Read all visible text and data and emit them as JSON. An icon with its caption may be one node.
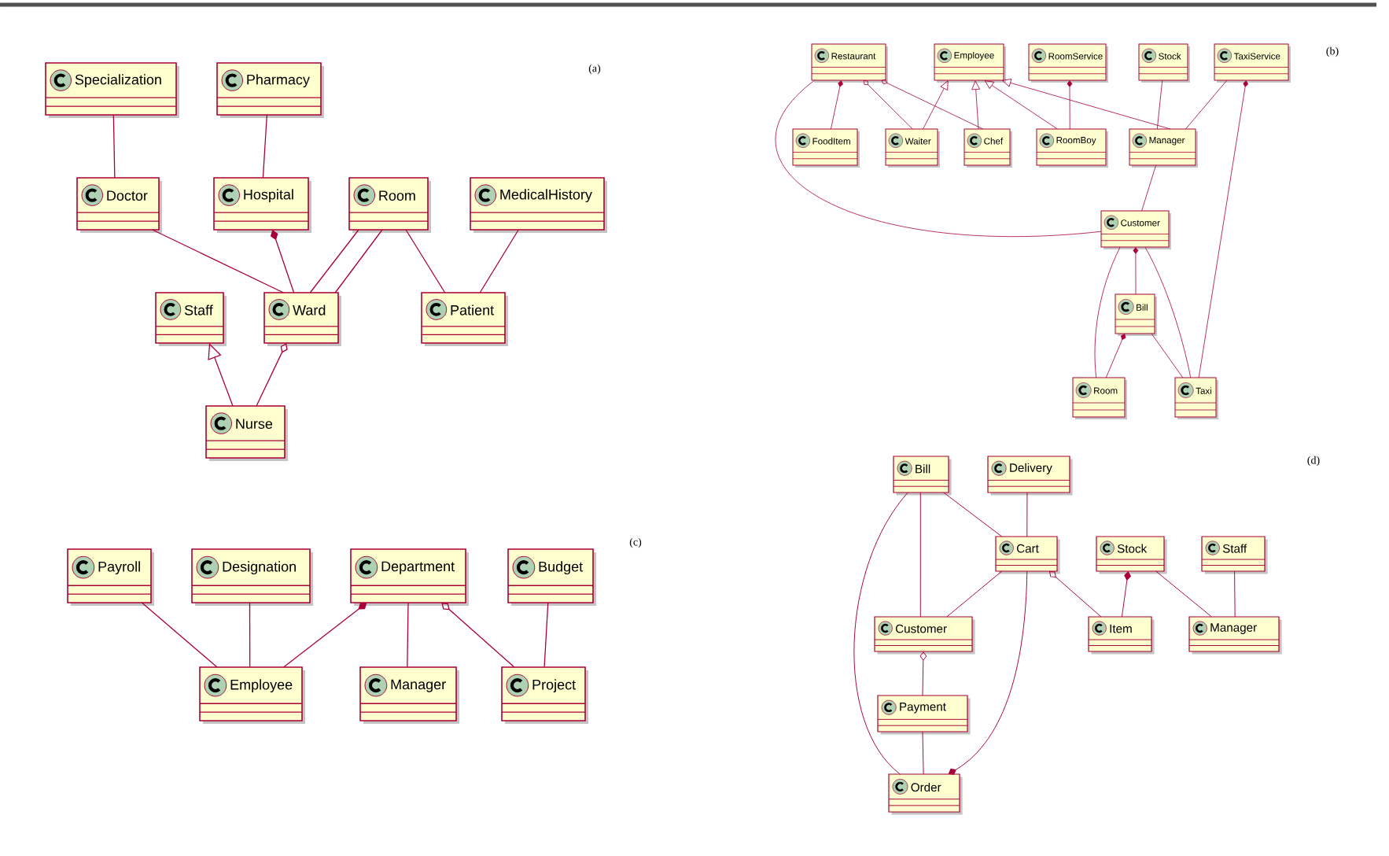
{
  "diagram": {
    "nodes": [
      {
        "text": [
          "Specialization"
        ]
      },
      {
        "text": [
          "Pharmacy"
        ]
      },
      {
        "text": [
          "Doctor"
        ]
      },
      {
        "text": [
          "Hospital"
        ]
      },
      {
        "text": [
          "Room"
        ]
      },
      {
        "text": [
          "MedicalHistory"
        ]
      },
      {
        "text": [
          "Staff"
        ]
      },
      {
        "text": [
          "Ward"
        ]
      },
      {
        "text": [
          "Patient"
        ]
      },
      {
        "text": [
          "Nurse"
        ]
      },
      {
        "text": [
          "Restaurant"
        ]
      },
      {
        "text": [
          "Employee"
        ]
      },
      {
        "text": [
          "RoomService"
        ]
      },
      {
        "text": [
          "Stock"
        ]
      },
      {
        "text": [
          "TaxiService"
        ]
      },
      {
        "text": [
          "FoodItem"
        ]
      },
      {
        "text": [
          "Waiter"
        ]
      },
      {
        "text": [
          "Chef"
        ]
      },
      {
        "text": [
          "RoomBoy"
        ]
      },
      {
        "text": [
          "Manager"
        ]
      },
      {
        "text": [
          "Customer"
        ]
      },
      {
        "text": [
          "Bill"
        ]
      },
      {
        "text": [
          "Room"
        ]
      },
      {
        "text": [
          "Taxi"
        ]
      },
      {
        "text": [
          "Payroll"
        ]
      },
      {
        "text": [
          "Designation"
        ]
      },
      {
        "text": [
          "Department"
        ]
      },
      {
        "text": [
          "Budget"
        ]
      },
      {
        "text": [
          "Employee"
        ]
      },
      {
        "text": [
          "Manager"
        ]
      },
      {
        "text": [
          "Project"
        ]
      },
      {
        "text": [
          "Bill"
        ]
      },
      {
        "text": [
          "Delivery"
        ]
      },
      {
        "text": [
          "Cart"
        ]
      },
      {
        "text": [
          "Stock"
        ]
      },
      {
        "text": [
          "Staff"
        ]
      },
      {
        "text": [
          "Customer"
        ]
      },
      {
        "text": [
          "Item"
        ]
      },
      {
        "text": [
          "Manager"
        ]
      },
      {
        "text": [
          "Payment"
        ]
      },
      {
        "text": [
          "Order"
        ]
      }
    ],
    "edges": [
      {
        "from": 0,
        "to": 2,
        "arrow": "none"
      },
      {
        "from": 1,
        "to": 3,
        "arrow": "none"
      },
      {
        "from": 2,
        "to": 7,
        "arrow": "none"
      },
      {
        "from": 7,
        "to": 3,
        "arrow": "other"
      },
      {
        "from": 4,
        "to": 7,
        "arrow": "none"
      },
      {
        "from": 4,
        "to": 7,
        "arrow": "none"
      },
      {
        "from": 4,
        "to": 8,
        "arrow": "none"
      },
      {
        "from": 5,
        "to": 8,
        "arrow": "none"
      },
      {
        "from": 9,
        "to": 6,
        "arrow": "to"
      },
      {
        "from": 9,
        "to": 7,
        "arrow": "other"
      },
      {
        "from": 15,
        "to": 10,
        "arrow": "other"
      },
      {
        "from": 16,
        "to": 10,
        "arrow": "other"
      },
      {
        "from": 17,
        "to": 10,
        "arrow": "other"
      },
      {
        "from": 10,
        "to": 20,
        "arrow": "none"
      },
      {
        "from": 16,
        "to": 11,
        "arrow": "to"
      },
      {
        "from": 17,
        "to": 11,
        "arrow": "to"
      },
      {
        "from": 18,
        "to": 11,
        "arrow": "to"
      },
      {
        "from": 19,
        "to": 11,
        "arrow": "to"
      },
      {
        "from": 18,
        "to": 12,
        "arrow": "other"
      },
      {
        "from": 13,
        "to": 19,
        "arrow": "none"
      },
      {
        "from": 14,
        "to": 19,
        "arrow": "none"
      },
      {
        "from": 23,
        "to": 14,
        "arrow": "other"
      },
      {
        "from": 19,
        "to": 20,
        "arrow": "none"
      },
      {
        "from": 21,
        "to": 20,
        "arrow": "other"
      },
      {
        "from": 20,
        "to": 22,
        "arrow": "none"
      },
      {
        "from": 20,
        "to": 23,
        "arrow": "none"
      },
      {
        "from": 22,
        "to": 21,
        "arrow": "other"
      },
      {
        "from": 21,
        "to": 23,
        "arrow": "none"
      },
      {
        "from": 24,
        "to": 28,
        "arrow": "none"
      },
      {
        "from": 25,
        "to": 28,
        "arrow": "none"
      },
      {
        "from": 28,
        "to": 26,
        "arrow": "other"
      },
      {
        "from": 26,
        "to": 29,
        "arrow": "none"
      },
      {
        "from": 30,
        "to": 26,
        "arrow": "other"
      },
      {
        "from": 27,
        "to": 30,
        "arrow": "none"
      },
      {
        "from": 31,
        "to": 33,
        "arrow": "none"
      },
      {
        "from": 31,
        "to": 36,
        "arrow": "none"
      },
      {
        "from": 31,
        "to": 40,
        "arrow": "none"
      },
      {
        "from": 32,
        "to": 33,
        "arrow": "none"
      },
      {
        "from": 33,
        "to": 36,
        "arrow": "none"
      },
      {
        "from": 37,
        "to": 33,
        "arrow": "other"
      },
      {
        "from": 33,
        "to": 40,
        "arrow": "other"
      },
      {
        "from": 37,
        "to": 34,
        "arrow": "other"
      },
      {
        "from": 34,
        "to": 38,
        "arrow": "none"
      },
      {
        "from": 35,
        "to": 38,
        "arrow": "none"
      },
      {
        "from": 39,
        "to": 36,
        "arrow": "other"
      },
      {
        "from": 39,
        "to": 40,
        "arrow": "none"
      }
    ],
    "labels": [
      "(a)",
      "(b)",
      "(c)",
      "(d)"
    ]
  }
}
